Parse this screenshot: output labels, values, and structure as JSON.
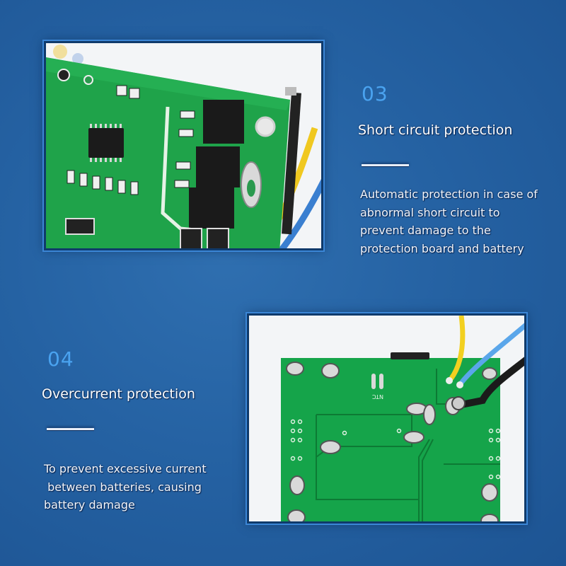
{
  "theme": {
    "background": "#2562a3",
    "number_color": "#4aa3f0",
    "text_color": "#ffffff",
    "pcb_green": "#1fa34a"
  },
  "features": [
    {
      "number": "03",
      "title": "Short circuit protection",
      "description": "Automatic protection in case of\nabnormal short circuit to\nprevent damage to the\nprotection board and battery",
      "image": "pcb-top-closeup-with-mosfets-and-wires"
    },
    {
      "number": "04",
      "title": "Overcurrent protection",
      "description": "To prevent excessive current\n between batteries, causing\nbattery damage",
      "image": "pcb-back-with-yellow-blue-black-wires",
      "board_label": "NTC"
    }
  ]
}
